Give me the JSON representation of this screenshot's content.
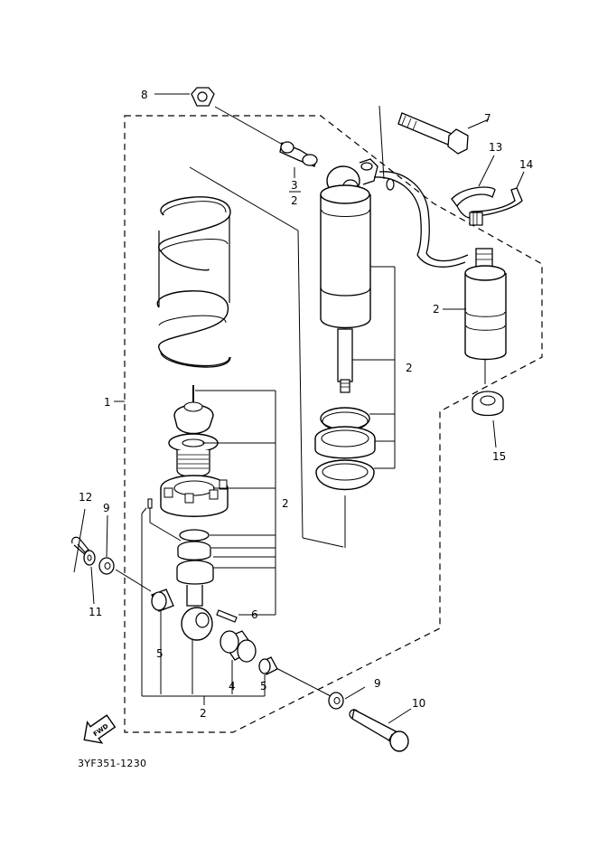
{
  "diagram_code": "3YF351-1230",
  "fwd_label": "FWD",
  "callouts": {
    "c1": "1",
    "c2_top": "2",
    "c2_tank": "2",
    "c2_rod": "2",
    "c2_body": "2",
    "c2_bottom": "2",
    "c3": "3",
    "c3_ref": "2",
    "c4": "4",
    "c5_left": "5",
    "c5_right": "5",
    "c6": "6",
    "c7": "7",
    "c8": "8",
    "c9_upper": "9",
    "c9_lower": "9",
    "c10": "10",
    "c11": "11",
    "c12": "12",
    "c13": "13",
    "c14": "14",
    "c15": "15"
  }
}
